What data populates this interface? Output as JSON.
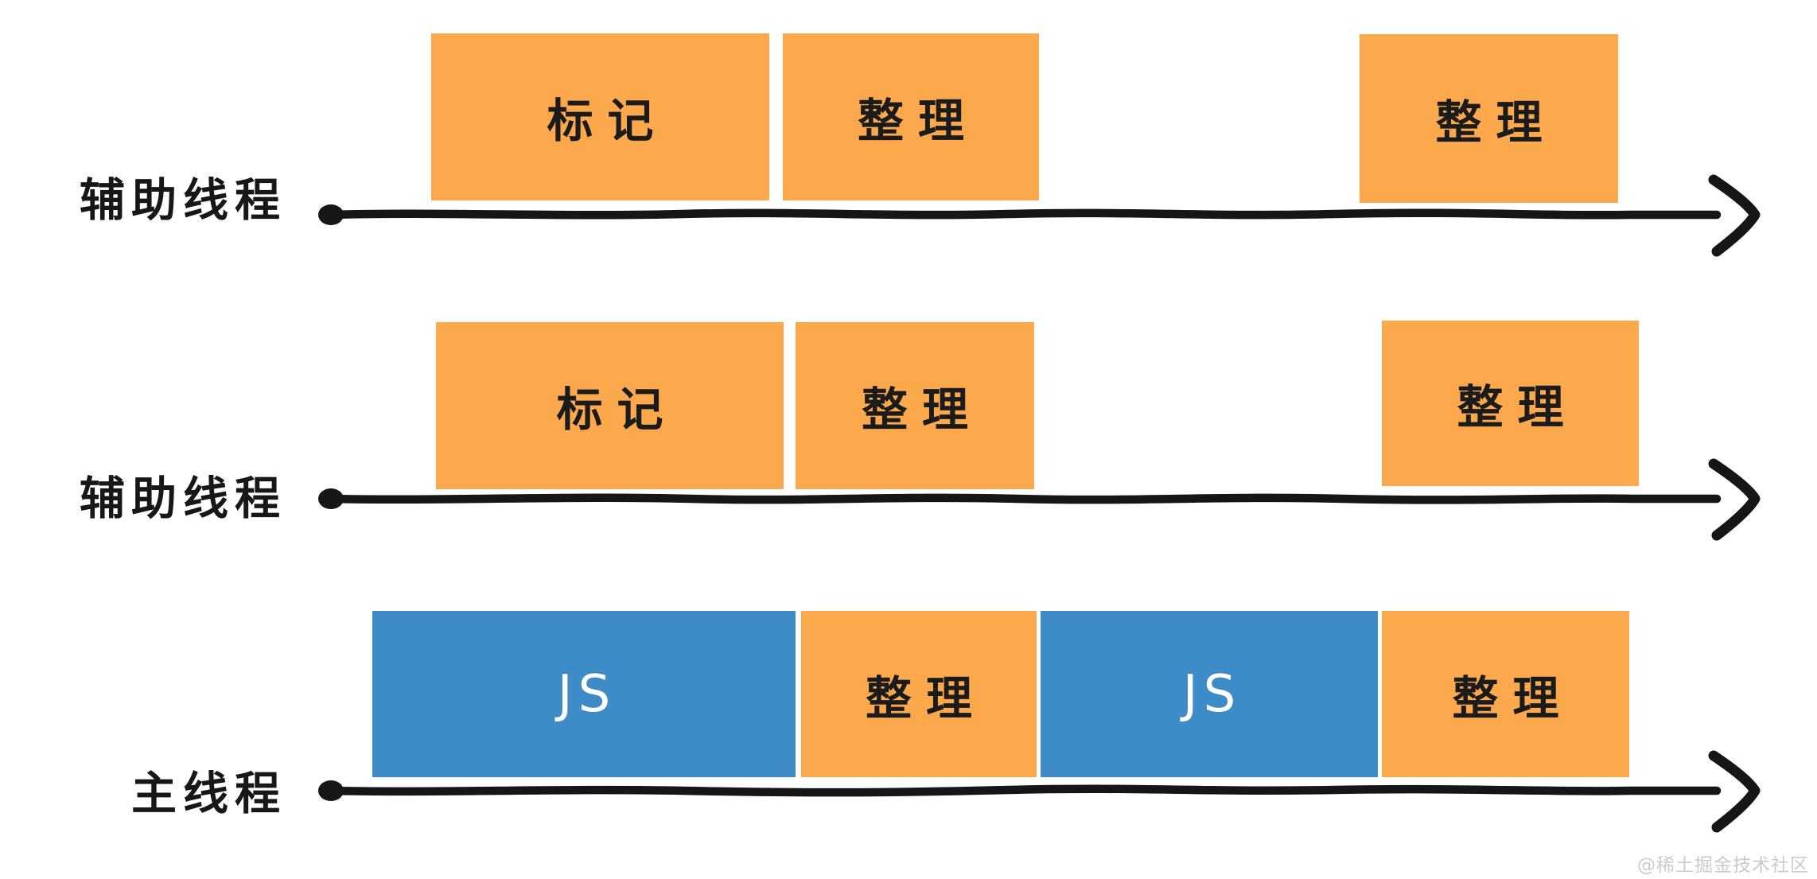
{
  "diagram": {
    "description_rows": 3,
    "colors": {
      "gc_box": "#FBA94C",
      "js_box": "#3E8CC7",
      "arrow": "#161616",
      "gc_box_text": "#1b1b1b",
      "js_box_text": "#ffffff",
      "background": "#ffffff",
      "watermark": "#cbcbcb"
    },
    "rows": [
      {
        "label": "辅助线程",
        "segments": [
          {
            "label": "标记",
            "type": "gc"
          },
          {
            "label": "整理",
            "type": "gc"
          },
          {
            "label": "整理",
            "type": "gc"
          }
        ]
      },
      {
        "label": "辅助线程",
        "segments": [
          {
            "label": "标记",
            "type": "gc"
          },
          {
            "label": "整理",
            "type": "gc"
          },
          {
            "label": "整理",
            "type": "gc"
          }
        ]
      },
      {
        "label": "主线程",
        "segments": [
          {
            "label": "JS",
            "type": "js"
          },
          {
            "label": "整理",
            "type": "gc"
          },
          {
            "label": "JS",
            "type": "js"
          },
          {
            "label": "整理",
            "type": "gc"
          }
        ]
      }
    ],
    "watermark": {
      "text": "@稀土掘金技术社区"
    }
  }
}
